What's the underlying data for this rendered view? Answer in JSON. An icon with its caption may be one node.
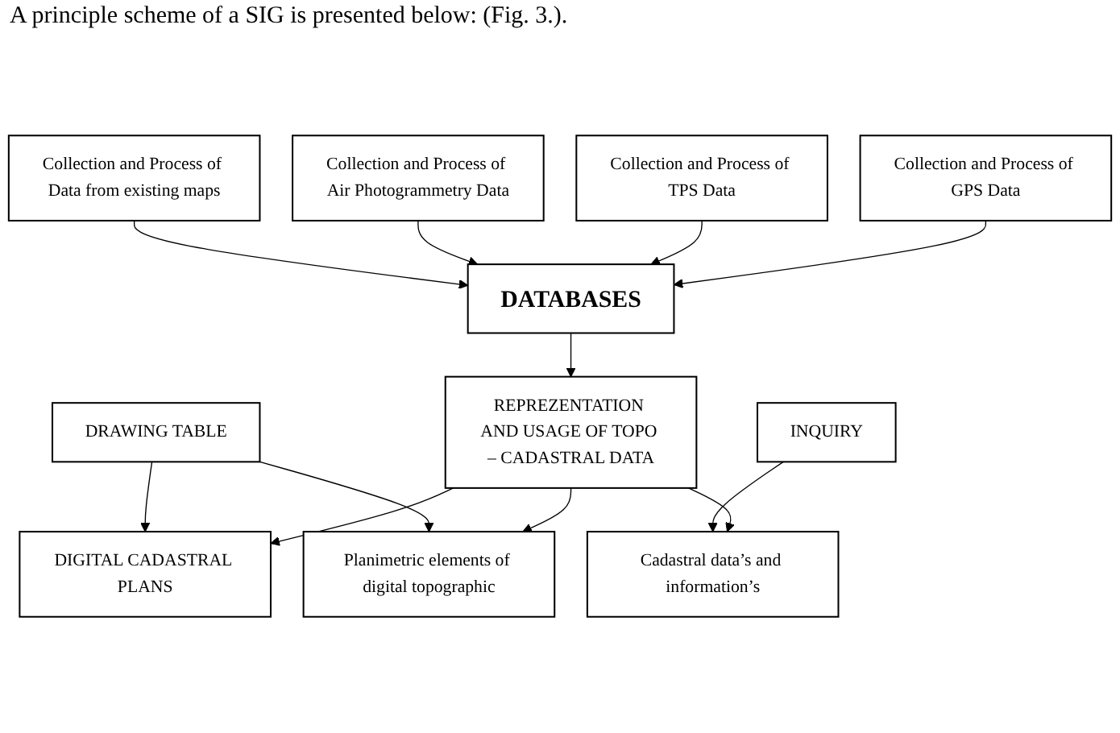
{
  "diagram": {
    "nodes": [
      {
        "text": [
          "Collection and Process of GPS Data"
        ]
      },
      {
        "text": [
          "Collection and Process of TPS Data"
        ]
      },
      {
        "text": [
          "Collection and Process of Air Photogrammetry Data"
        ]
      },
      {
        "text": [
          "Collection and Process of Data from existing maps"
        ]
      },
      {
        "text": [
          "DATABASES"
        ]
      },
      {
        "text": [
          "REPREZENTATION AND USAGE OF TOPO – CADASTRAL DATA"
        ]
      },
      {
        "text": [
          "DIGITAL CADASTRAL PLANS"
        ]
      },
      {
        "text": [
          "Planimetric elements of digital topographic"
        ]
      },
      {
        "text": [
          "Cadastral data’s and information’s"
        ]
      },
      {
        "text": [
          "DRAWING TABLE"
        ]
      },
      {
        "text": [
          "INQUIRY"
        ]
      }
    ],
    "edges": [
      {
        "from": 0,
        "to": 4,
        "arrow": "to"
      },
      {
        "from": 1,
        "to": 4,
        "arrow": "to"
      },
      {
        "from": 2,
        "to": 4,
        "arrow": "to"
      },
      {
        "from": 3,
        "to": 4,
        "arrow": "to"
      },
      {
        "from": 4,
        "to": 5,
        "arrow": "to"
      },
      {
        "from": 5,
        "to": 6,
        "arrow": "to"
      },
      {
        "from": 5,
        "to": 7,
        "arrow": "to"
      },
      {
        "from": 5,
        "to": 8,
        "arrow": "to"
      },
      {
        "from": 9,
        "to": 6,
        "arrow": "to"
      },
      {
        "from": 9,
        "to": 7,
        "arrow": "to"
      },
      {
        "from": 10,
        "to": 8,
        "arrow": "to"
      }
    ],
    "labels": [
      "A principle scheme of a SIG is presented below: (Fig. 3.)."
    ]
  }
}
